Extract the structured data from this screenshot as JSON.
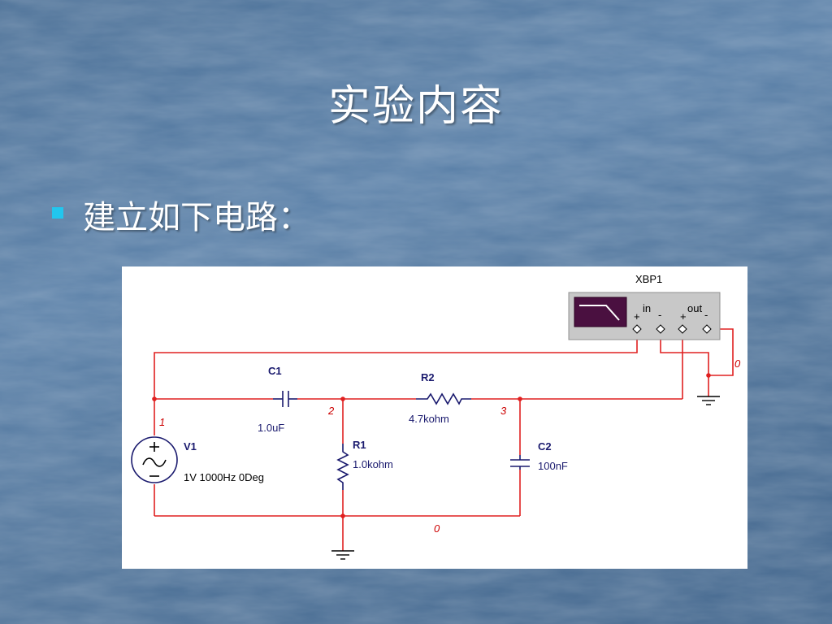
{
  "slide": {
    "title": "实验内容",
    "bullet": "建立如下电路："
  },
  "colors": {
    "background": "#4f7399",
    "bullet_marker": "#22c6ee",
    "wire": "#e02020",
    "component": "#1a1a6e",
    "instrument_body": "#c8c8c8",
    "instrument_screen": "#4a1040"
  },
  "circuit": {
    "instrument": {
      "name": "XBP1",
      "in_label": "in",
      "out_label": "out",
      "plus": "+",
      "minus": "-",
      "screen_icon": "bode-plot-icon"
    },
    "nodes": {
      "n1": "1",
      "n2": "2",
      "n3": "3",
      "gnd_bottom": "0",
      "gnd_right": "0"
    },
    "components": {
      "c1": {
        "name": "C1",
        "value": "1.0uF"
      },
      "r2": {
        "name": "R2",
        "value": "4.7kohm"
      },
      "r1": {
        "name": "R1",
        "value": "1.0kohm"
      },
      "c2": {
        "name": "C2",
        "value": "100nF"
      },
      "v1": {
        "name": "V1",
        "value": "1V 1000Hz 0Deg"
      }
    }
  }
}
